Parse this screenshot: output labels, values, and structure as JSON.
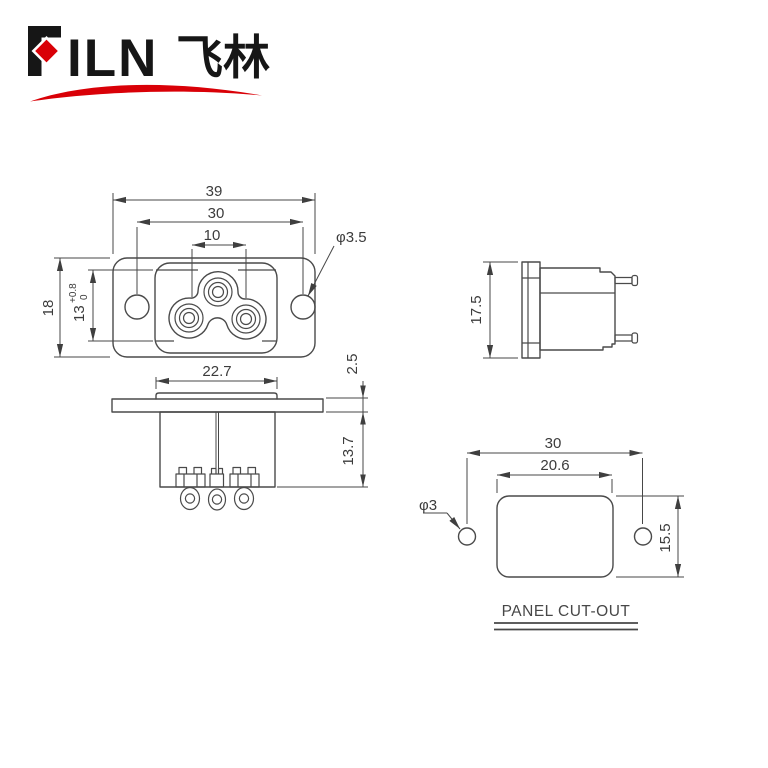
{
  "page": {
    "background": "#ffffff"
  },
  "logo": {
    "brand_latin": "FILN",
    "brand_latin_rest": "ILN",
    "brand_cjk": "飞林",
    "accent_color": "#d90007",
    "text_color": "#161616"
  },
  "drawing": {
    "line_color": "#4a4a4a",
    "front_view": {
      "dim_overall_width": "39",
      "dim_hole_span": "30",
      "dim_pin_pitch": "10",
      "dim_mount_hole": "φ3.5",
      "dim_overall_height": "18",
      "dim_recess_height": "13",
      "dim_recess_tol_upper": "+0.8",
      "dim_recess_tol_lower": "0"
    },
    "bottom_view": {
      "dim_boss_width": "22.7",
      "dim_flange_thickness": "2.5",
      "dim_body_depth": "13.7"
    },
    "side_view": {
      "dim_height": "17.5"
    },
    "panel_cutout": {
      "title": "PANEL CUT-OUT",
      "dim_hole_span": "30",
      "dim_width": "20.6",
      "dim_height": "15.5",
      "dim_hole": "φ3"
    }
  }
}
